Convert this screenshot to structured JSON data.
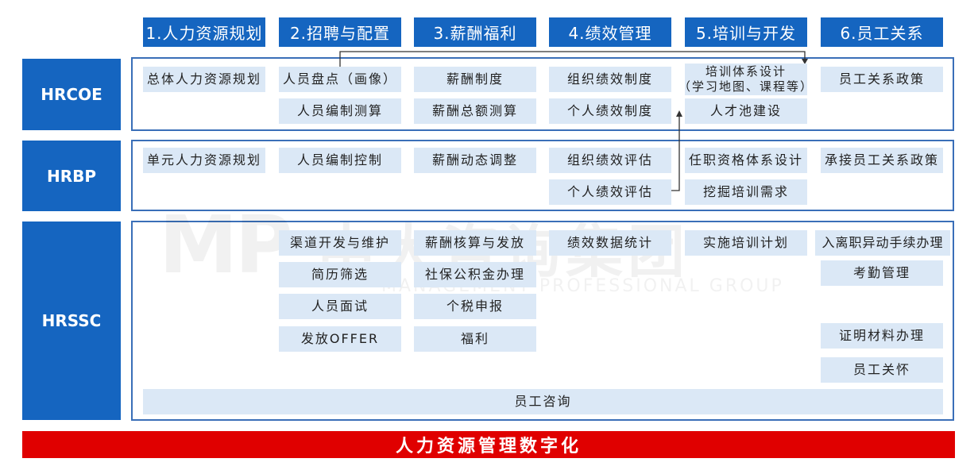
{
  "columns": [
    "1.人力资源规划",
    "2.招聘与配置",
    "3.薪酬福利",
    "4.绩效管理",
    "5.培训与开发",
    "6.员工关系"
  ],
  "rows": [
    "HRCOE",
    "HRBP",
    "HRSSC"
  ],
  "hrcoe": {
    "c1": "总体人力资源规划",
    "c2a": "人员盘点（画像）",
    "c2b": "人员编制测算",
    "c3a": "薪酬制度",
    "c3b": "薪酬总额测算",
    "c4a": "组织绩效制度",
    "c4b": "个人绩效制度",
    "c5a_line1": "培训体系设计",
    "c5a_line2": "（学习地图、课程等）",
    "c5b": "人才池建设",
    "c6": "员工关系政策"
  },
  "hrbp": {
    "c1": "单元人力资源规划",
    "c2": "人员编制控制",
    "c3": "薪酬动态调整",
    "c4a": "组织绩效评估",
    "c4b": "个人绩效评估",
    "c5a": "任职资格体系设计",
    "c5b": "挖掘培训需求",
    "c6": "承接员工关系政策"
  },
  "hrssc": {
    "c2": [
      "渠道开发与维护",
      "简历筛选",
      "人员面试",
      "发放OFFER"
    ],
    "c3": [
      "薪酬核算与发放",
      "社保公积金办理",
      "个税申报",
      "福利"
    ],
    "c4": "绩效数据统计",
    "c5": "实施培训计划",
    "c6": [
      "入离职异动手续办理",
      "考勤管理",
      "证明材料办理",
      "员工关怀"
    ],
    "consult": "员工咨询"
  },
  "footer": "人力资源管理数字化",
  "watermark": {
    "main": "中大咨询集团",
    "sub": "MANAGEMENT PROFESSIONAL GROUP"
  },
  "colors": {
    "header_blue": "#1565c0",
    "cell_bg": "#dbe8f6",
    "panel_border": "#3a6fb8",
    "footer_red": "#e00000"
  }
}
